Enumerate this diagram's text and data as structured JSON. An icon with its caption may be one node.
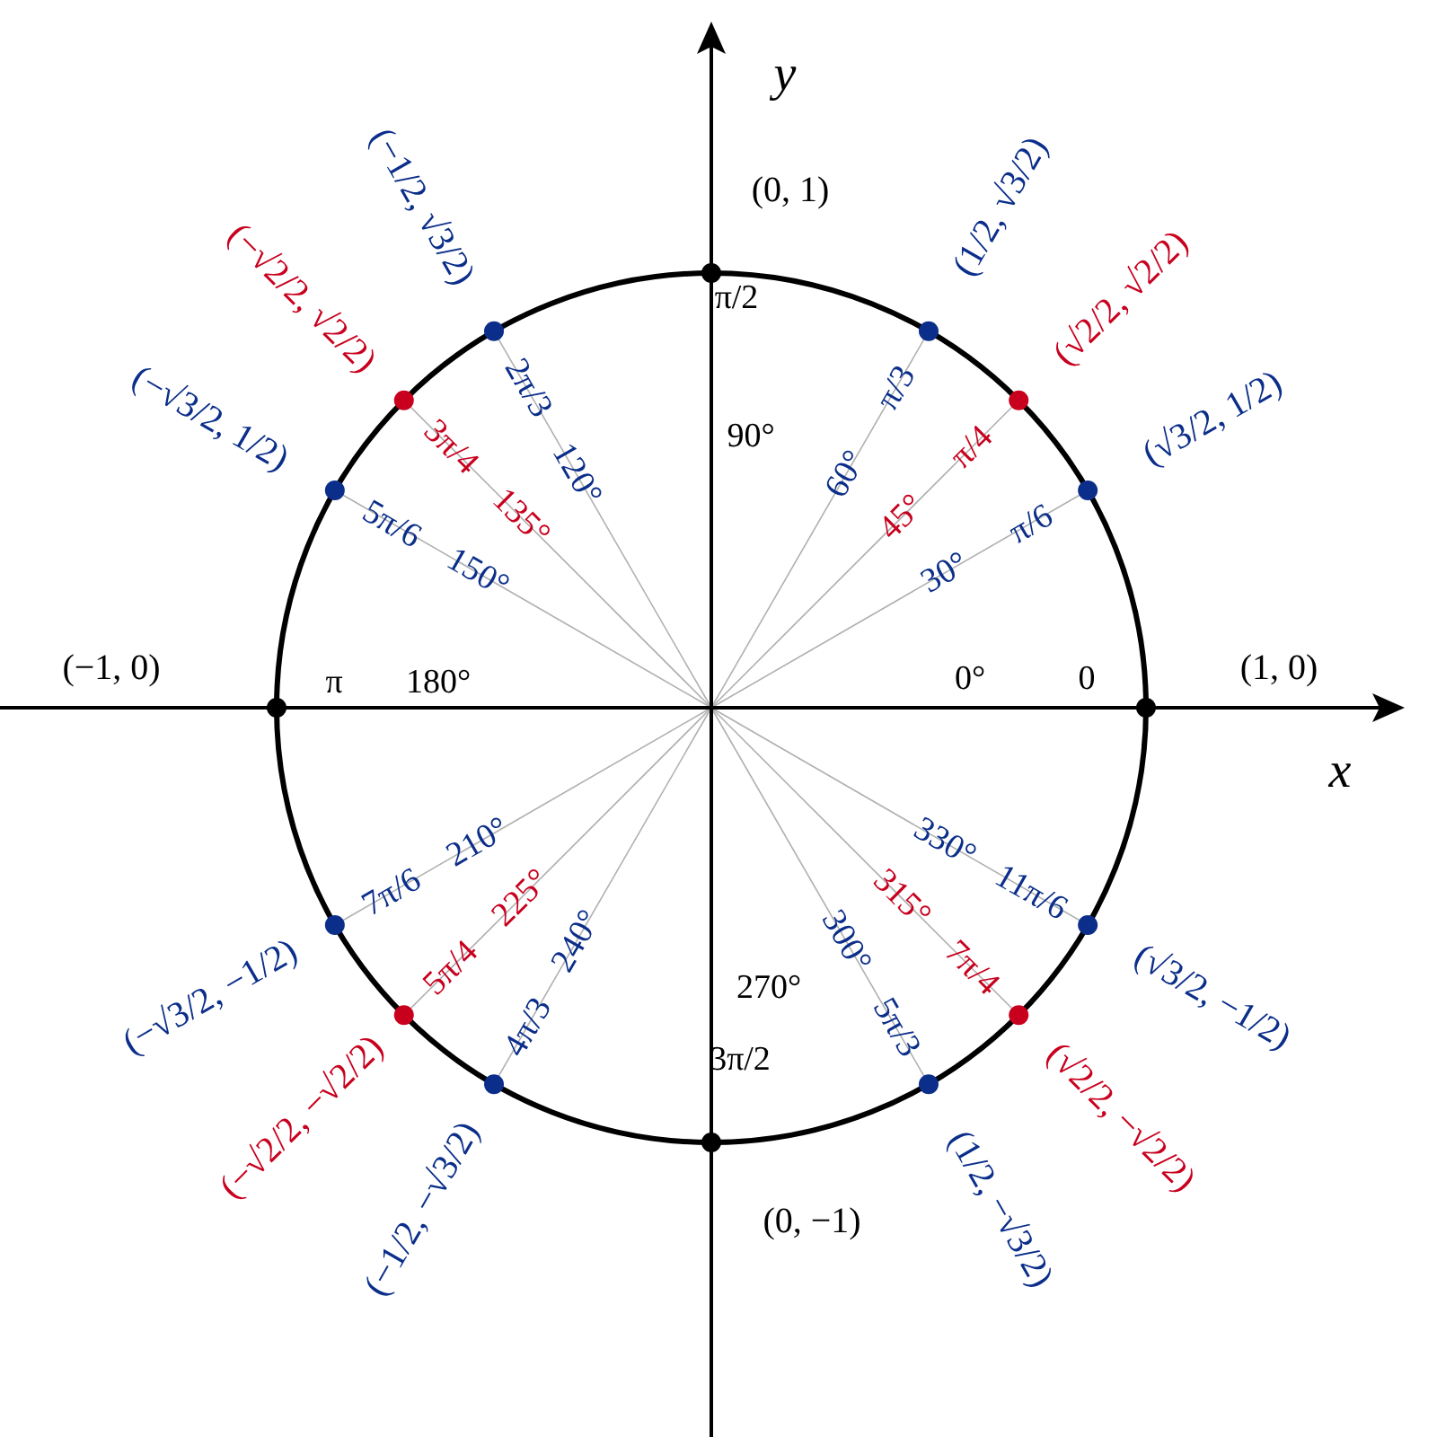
{
  "diagram": {
    "labels": [
      "y",
      "x",
      "(1, 0)",
      "0",
      "0°",
      "(√3/2, 1/2)",
      "π/6",
      "30°",
      "(√2/2, √2/2)",
      "π/4",
      "45°",
      "(1/2, √3/2)",
      "π/3",
      "60°",
      "(0, 1)",
      "π/2",
      "90°",
      "(−1/2, √3/2)",
      "2π/3",
      "120°",
      "(−√2/2, √2/2)",
      "3π/4",
      "135°",
      "(−√3/2, 1/2)",
      "5π/6",
      "150°",
      "(−1, 0)",
      "π",
      "180°",
      "(−√3/2, −1/2)",
      "7π/6",
      "210°",
      "(−√2/2, −√2/2)",
      "5π/4",
      "225°",
      "(−1/2, −√3/2)",
      "4π/3",
      "240°",
      "(0, −1)",
      "3π/2",
      "270°",
      "(1/2, −√3/2)",
      "5π/3",
      "300°",
      "(√2/2, −√2/2)",
      "7π/4",
      "315°",
      "(√3/2, −1/2)",
      "11π/6",
      "330°"
    ]
  }
}
